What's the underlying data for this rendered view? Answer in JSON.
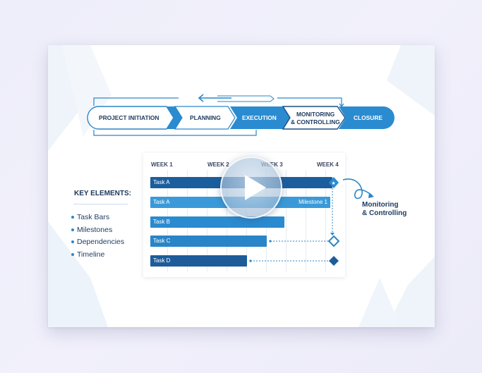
{
  "process_flow": {
    "stages": [
      {
        "label": "PROJECT INITIATION",
        "style": "outline"
      },
      {
        "label": "PLANNING",
        "style": "outline"
      },
      {
        "label": "EXECUTION",
        "style": "filled"
      },
      {
        "label_line1": "MONITORING",
        "label_line2": "& CONTROLLING",
        "style": "outline-dark"
      },
      {
        "label": "CLOSURE",
        "style": "filled"
      }
    ]
  },
  "gantt": {
    "weeks": [
      "WEEK 1",
      "WEEK 2",
      "WEEK 3",
      "WEEK 4"
    ],
    "tasks": [
      {
        "label": "Task A",
        "right_label": "",
        "color": "#1b5e9e"
      },
      {
        "label": "Task A",
        "right_label": "Milestone 1",
        "color": "#3a9ad9"
      },
      {
        "label": "Task B",
        "right_label": "",
        "color": "#2b8bd0"
      },
      {
        "label": "Task C",
        "right_label": "",
        "color": "#2a85c8"
      },
      {
        "label": "Task D",
        "right_label": "",
        "color": "#1d5c99"
      }
    ]
  },
  "key_elements": {
    "title": "KEY ELEMENTS:",
    "items": [
      "Task Bars",
      "Milestones",
      "Dependencies",
      "Timeline"
    ]
  },
  "annotation": {
    "line1": "Monitoring",
    "line2": "& Controlling"
  },
  "video": {
    "control": "play-button"
  },
  "colors": {
    "primary": "#2a8bd0",
    "dark": "#1b5e9e",
    "text": "#1e3a5f"
  }
}
